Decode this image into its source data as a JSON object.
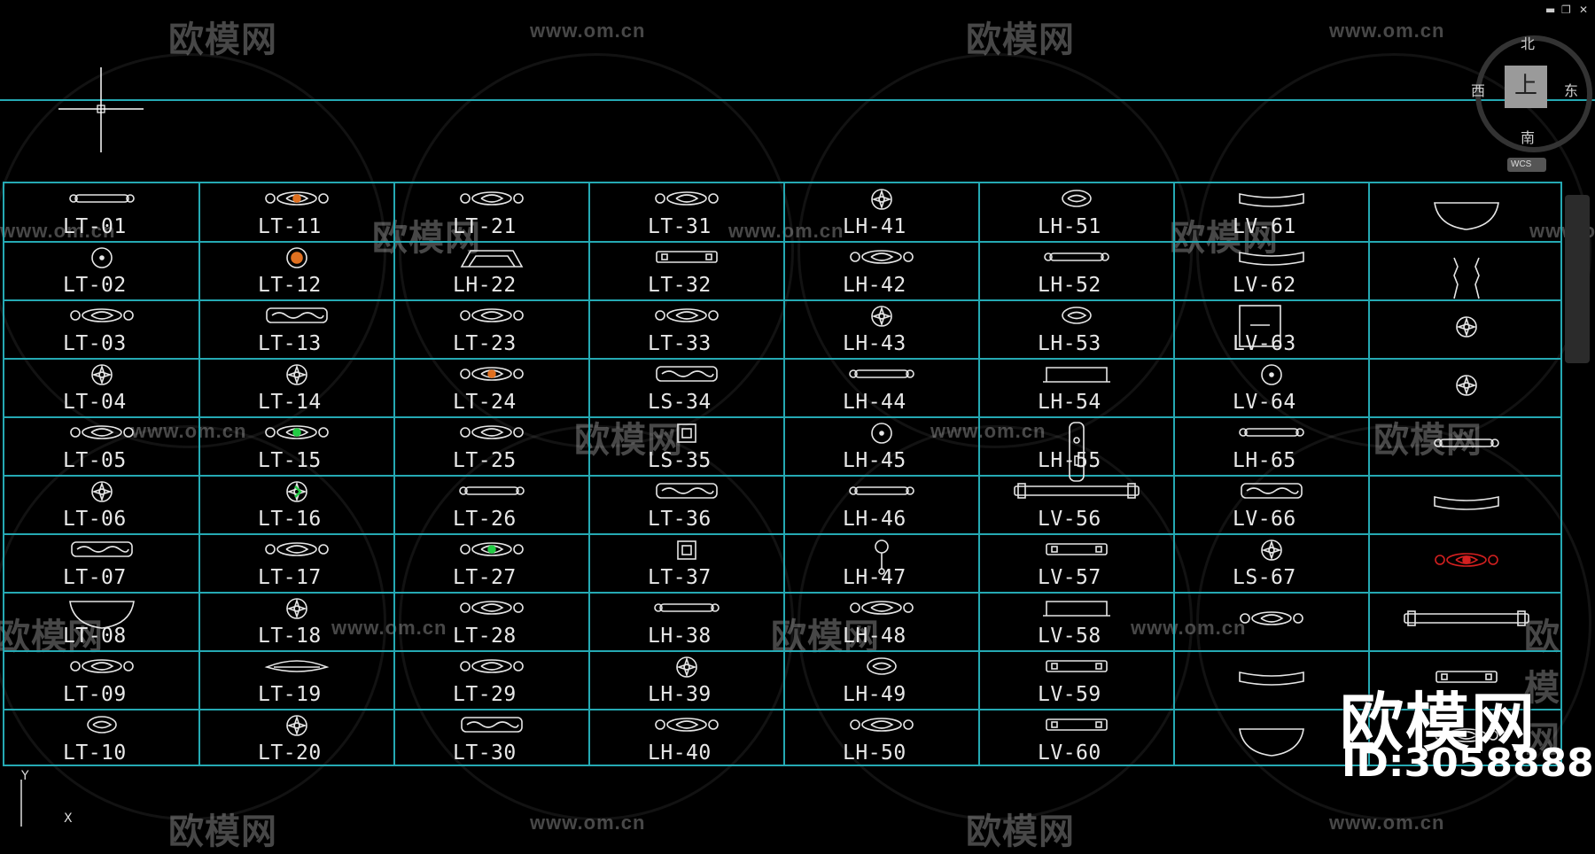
{
  "window": {
    "minimize_glyph": "▬",
    "restore_glyph": "❐",
    "close_glyph": "✕"
  },
  "watermark": {
    "brand_cn": "欧模网",
    "url": "www.om.cn"
  },
  "viewcube": {
    "north": "北",
    "south": "南",
    "east": "东",
    "west": "西",
    "face": "上",
    "wcs": "WCS"
  },
  "ucs": {
    "y": "Y",
    "x": "X"
  },
  "colors": {
    "grid": "#25a9b3",
    "background": "#000000",
    "accent_red": "#d42020",
    "accent_green": "#22cc44",
    "accent_orange": "#e07020"
  },
  "logo": {
    "brand": "欧模网",
    "id_text": "ID:3058888"
  },
  "table": {
    "columns": [
      {
        "cells": [
          {
            "label": "LT-01",
            "icon": "bar-handle-icon"
          },
          {
            "label": "LT-02",
            "icon": "round-knob-icon"
          },
          {
            "label": "LT-03",
            "icon": "ornate-handle-icon"
          },
          {
            "label": "LT-04",
            "icon": "floral-knob-icon"
          },
          {
            "label": "LT-05",
            "icon": "ornate-handle-icon"
          },
          {
            "label": "LT-06",
            "icon": "floral-knob-icon"
          },
          {
            "label": "LT-07",
            "icon": "carved-plate-icon"
          },
          {
            "label": "LT-08",
            "icon": "shell-pull-icon"
          },
          {
            "label": "LT-09",
            "icon": "ornate-handle-icon"
          },
          {
            "label": "LT-10",
            "icon": "oval-knob-icon"
          }
        ]
      },
      {
        "cells": [
          {
            "label": "LT-11",
            "icon": "ornate-handle-orange-icon"
          },
          {
            "label": "LT-12",
            "icon": "round-knob-orange-icon"
          },
          {
            "label": "LT-13",
            "icon": "carved-plate-icon"
          },
          {
            "label": "LT-14",
            "icon": "floral-knob-icon"
          },
          {
            "label": "LT-15",
            "icon": "ornate-handle-green-icon"
          },
          {
            "label": "LT-16",
            "icon": "floral-knob-green-icon"
          },
          {
            "label": "LT-17",
            "icon": "ornate-handle-icon"
          },
          {
            "label": "LT-18",
            "icon": "floral-knob-icon"
          },
          {
            "label": "LT-19",
            "icon": "leaf-handle-icon"
          },
          {
            "label": "LT-20",
            "icon": "floral-knob-icon"
          }
        ]
      },
      {
        "cells": [
          {
            "label": "LT-21",
            "icon": "ornate-handle-icon"
          },
          {
            "label": "LH-22",
            "icon": "arch-handle-icon"
          },
          {
            "label": "LT-23",
            "icon": "ornate-handle-icon"
          },
          {
            "label": "LT-24",
            "icon": "ornate-handle-orange-icon"
          },
          {
            "label": "LT-25",
            "icon": "ornate-handle-icon"
          },
          {
            "label": "LT-26",
            "icon": "bar-handle-icon"
          },
          {
            "label": "LT-27",
            "icon": "ornate-handle-green-icon"
          },
          {
            "label": "LT-28",
            "icon": "ornate-handle-icon"
          },
          {
            "label": "LT-29",
            "icon": "ornate-handle-icon"
          },
          {
            "label": "LT-30",
            "icon": "carved-plate-icon"
          }
        ]
      },
      {
        "cells": [
          {
            "label": "LT-31",
            "icon": "ornate-handle-icon"
          },
          {
            "label": "LT-32",
            "icon": "plate-handle-icon"
          },
          {
            "label": "LT-33",
            "icon": "ornate-handle-icon"
          },
          {
            "label": "LS-34",
            "icon": "carved-plate-icon"
          },
          {
            "label": "LS-35",
            "icon": "square-knob-icon"
          },
          {
            "label": "LT-36",
            "icon": "carved-plate-icon"
          },
          {
            "label": "LT-37",
            "icon": "square-knob-icon"
          },
          {
            "label": "LH-38",
            "icon": "bar-handle-icon"
          },
          {
            "label": "LH-39",
            "icon": "floral-knob-icon"
          },
          {
            "label": "LH-40",
            "icon": "ornate-handle-icon"
          }
        ]
      },
      {
        "cells": [
          {
            "label": "LH-41",
            "icon": "floral-knob-icon"
          },
          {
            "label": "LH-42",
            "icon": "ornate-handle-icon"
          },
          {
            "label": "LH-43",
            "icon": "floral-knob-icon"
          },
          {
            "label": "LH-44",
            "icon": "bar-handle-icon"
          },
          {
            "label": "LH-45",
            "icon": "round-knob-icon"
          },
          {
            "label": "LH-46",
            "icon": "bar-handle-icon"
          },
          {
            "label": "LH-47",
            "icon": "drop-pull-icon"
          },
          {
            "label": "LH-48",
            "icon": "ornate-handle-icon"
          },
          {
            "label": "LH-49",
            "icon": "oval-knob-icon"
          },
          {
            "label": "LH-50",
            "icon": "ornate-handle-icon"
          }
        ]
      },
      {
        "cells": [
          {
            "label": "LH-51",
            "icon": "oval-knob-icon"
          },
          {
            "label": "LH-52",
            "icon": "bar-handle-icon"
          },
          {
            "label": "LH-53",
            "icon": "oval-knob-icon"
          },
          {
            "label": "LH-54",
            "icon": "bridge-handle-icon"
          },
          {
            "label": "LH-55",
            "icon": "door-plate-icon"
          },
          {
            "label": "LV-56",
            "icon": "long-bar-icon"
          },
          {
            "label": "LV-57",
            "icon": "plate-handle-icon"
          },
          {
            "label": "LV-58",
            "icon": "bridge-handle-icon"
          },
          {
            "label": "LV-59",
            "icon": "plate-handle-icon"
          },
          {
            "label": "LV-60",
            "icon": "plate-handle-icon"
          }
        ]
      },
      {
        "cells": [
          {
            "label": "LV-61",
            "icon": "curved-bar-icon"
          },
          {
            "label": "LV-62",
            "icon": "curved-bar-icon"
          },
          {
            "label": "LV-63",
            "icon": "square-plate-icon"
          },
          {
            "label": "LV-64",
            "icon": "round-knob-icon"
          },
          {
            "label": "LH-65",
            "icon": "bar-handle-icon"
          },
          {
            "label": "LV-66",
            "icon": "carved-plate-icon"
          },
          {
            "label": "LS-67",
            "icon": "floral-knob-icon"
          },
          {
            "label": "",
            "icon": "ornate-handle-icon"
          },
          {
            "label": "",
            "icon": "curved-bar-icon"
          },
          {
            "label": "",
            "icon": "shell-pull-icon"
          }
        ]
      },
      {
        "cells": [
          {
            "label": "",
            "icon": "shell-pull-icon"
          },
          {
            "label": "",
            "icon": "twin-knob-icon"
          },
          {
            "label": "",
            "icon": "floral-knob-icon"
          },
          {
            "label": "",
            "icon": "floral-knob-icon"
          },
          {
            "label": "",
            "icon": "bar-handle-icon"
          },
          {
            "label": "",
            "icon": "curved-bar-icon"
          },
          {
            "label": "",
            "icon": "ornate-handle-red-icon"
          },
          {
            "label": "",
            "icon": "long-bar-icon"
          },
          {
            "label": "",
            "icon": "plate-handle-icon"
          },
          {
            "label": "",
            "icon": "ornate-handle-icon"
          }
        ]
      }
    ]
  }
}
